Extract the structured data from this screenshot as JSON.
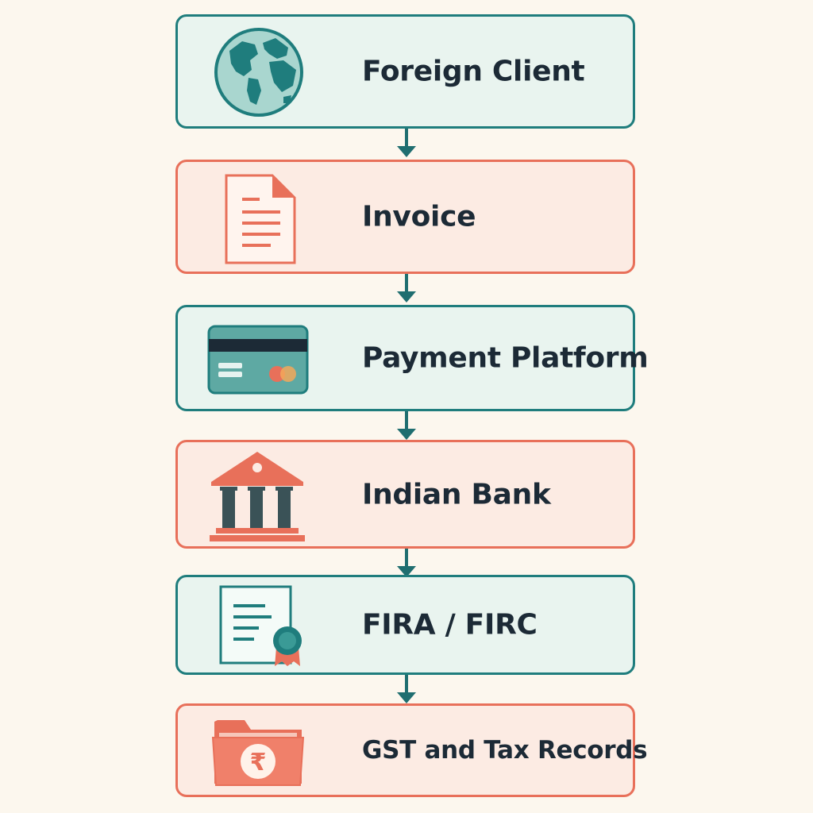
{
  "steps": [
    {
      "label": "Foreign Client",
      "icon": "globe-icon"
    },
    {
      "label": "Invoice",
      "icon": "document-icon"
    },
    {
      "label": "Payment Platform",
      "icon": "credit-card-icon"
    },
    {
      "label": "Indian Bank",
      "icon": "bank-icon"
    },
    {
      "label": "FIRA / FIRC",
      "icon": "certificate-icon"
    },
    {
      "label": "GST and Tax Records",
      "icon": "rupee-folder-icon"
    }
  ],
  "colors": {
    "background": "#fcf7ee",
    "teal": "#1f7d7d",
    "coral": "#e8705a",
    "teal_fill": "#e9f4ef",
    "coral_fill": "#fcebe3",
    "text": "#1c2a36"
  }
}
